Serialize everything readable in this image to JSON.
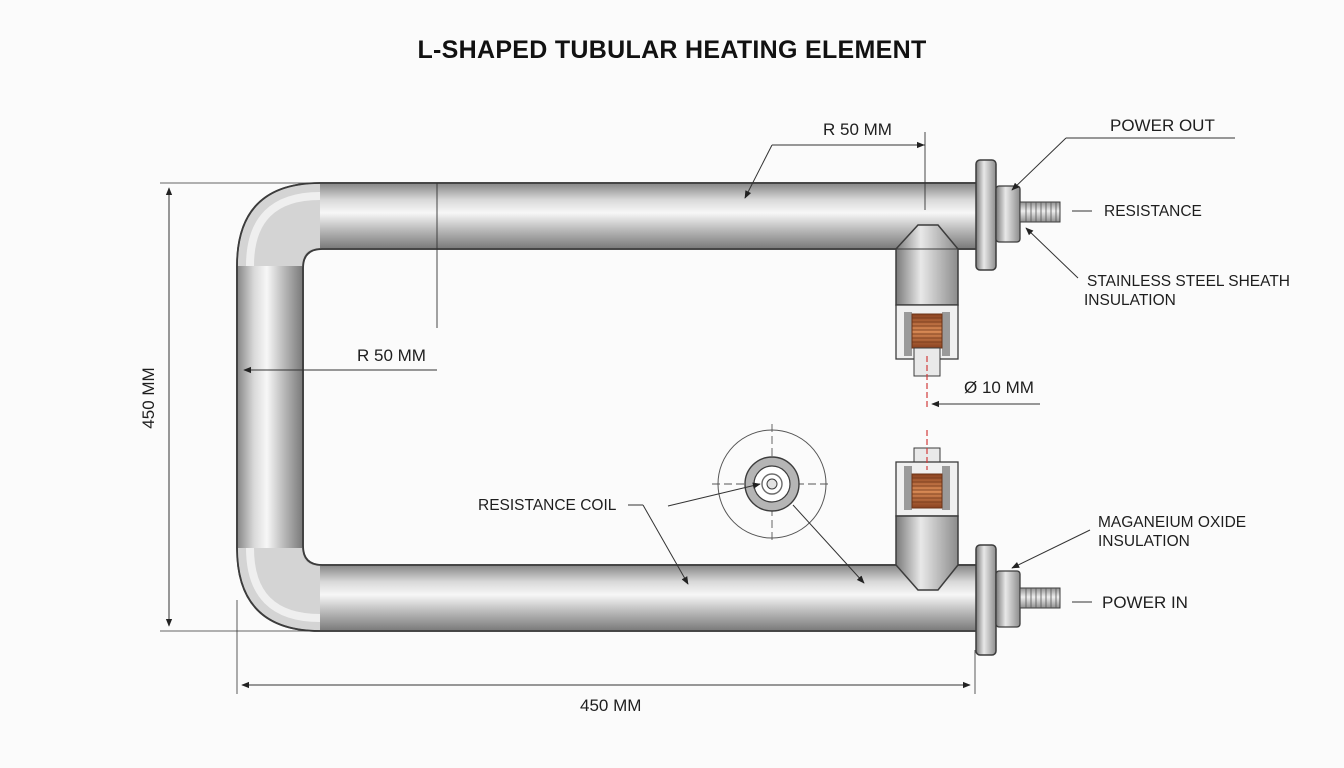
{
  "title": "L-SHAPED TUBULAR HEATING ELEMENT",
  "labels": {
    "radius_top": "R 50 MM",
    "radius_left": "R 50 MM",
    "power_out": "POWER OUT",
    "resistance": "RESISTANCE",
    "sheath_line1": "STAINLESS STEEL SHEATH",
    "sheath_line2": "INSULATION",
    "diameter": "Ø 10 MM",
    "resistance_coil": "RESISTANCE COIL",
    "oxide_line1": "MAGANEIUM OXIDE",
    "oxide_line2": "INSULATION",
    "power_in": "POWER IN",
    "height_dim": "450 MM",
    "width_dim": "450 MM"
  },
  "colors": {
    "tube_light": "#f4f4f4",
    "tube_mid": "#c9c9c9",
    "tube_dark": "#8d8d8d",
    "copper": "#b8653a",
    "axis_red": "#d23b3b",
    "line": "#333333"
  }
}
